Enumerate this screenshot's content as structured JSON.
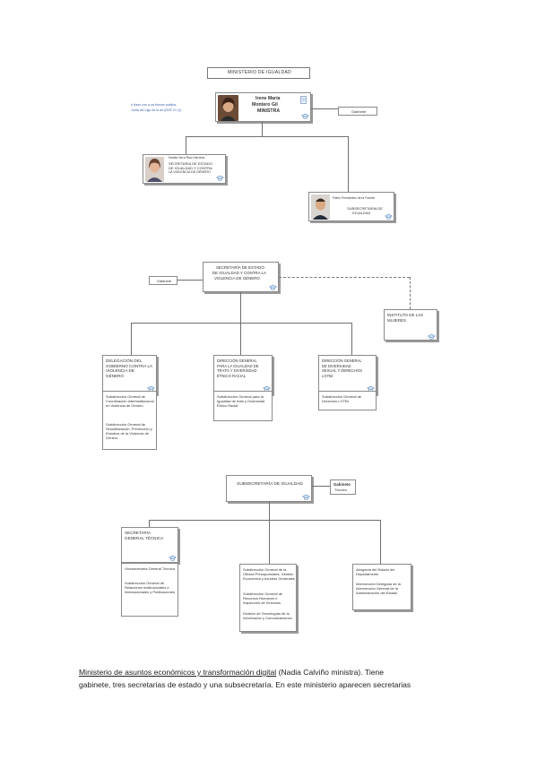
{
  "org1": {
    "title": "MINISTERIO DE IGUALDAD",
    "caption": [
      "Ir frazo con a ua funcan publica,",
      "Junta del Ligo de la de (BOE 21 (1)"
    ],
    "minister": {
      "name": "Irene María",
      "surname": "Montero Gil",
      "role": "MINISTRA"
    },
    "cabinet": "Gabinete",
    "state_sec": {
      "name": "Noelia Vera Ruiz-Herrera",
      "lines": [
        "SECRETARIA DE ESTADO",
        "DE IGUALDAD Y CONTRA",
        "LA VIOLENCIA DE GÉNERO"
      ]
    },
    "undersec": {
      "name": "Pablo Fernández de la Fuente",
      "lines": [
        "SUBSECRETARIA DE",
        "IGUALDAD"
      ]
    }
  },
  "org2": {
    "top": [
      "SECRETARÍA DE ESTADO",
      "DE IGUALDAD Y CONTRA LA",
      "VIOLENCIA DE GÉNERO"
    ],
    "cabinet": "Gabinete",
    "institute": [
      "INSTITUTO DE LAS",
      "MUJERES"
    ],
    "col1": {
      "head": [
        "DELEGACIÓN DEL",
        "GOBIERNO CONTRA LA",
        "VIOLENCIA DE",
        "GÉNERO"
      ],
      "items": [
        "Subdirección General de Coordinación Interinstitucional en Violencia de Género",
        "Subdirección General de Sensibilización, Prevención y Estudios de la Violencia de Género"
      ]
    },
    "col2": {
      "head": [
        "DIRECCIÓN GENERAL",
        "PARA LA IGUALDAD DE",
        "TRATO Y DIVERSIDAD",
        "ÉTNICO RACIAL"
      ],
      "items": [
        "Subdirección General para la Igualdad de trato y Diversidad Étnico Racial"
      ]
    },
    "col3": {
      "head": [
        "DIRECCIÓN GENERAL",
        "DE DIVERSIDAD",
        "SEXUAL Y DERECHOS",
        "LGTBI"
      ],
      "items": [
        "Subdirección General de Derechos LGTBI"
      ]
    }
  },
  "org3": {
    "top": "SUBSECRETARÍA DE IGUALDAD",
    "cabinet": [
      "Gabinete",
      "Técnico"
    ],
    "col1": {
      "head": [
        "SECRETARÍA",
        "GENERAL TÉCNICA"
      ],
      "items": [
        "Vicesecretaría General Técnica",
        "Subdirección General de Relaciones Institucionales e Internacionales y Publicaciones"
      ]
    },
    "col2": {
      "items": [
        "Subdirección General de la Oficina Presupuestaria, Gestión Económica y Asuntos Generales",
        "Subdirección General de Recursos Humanos e Inspección de Servicios",
        "División de Tecnologías de la Información y Comunicaciones"
      ]
    },
    "col3": {
      "items": [
        "Abogacía del Estado del Departamento",
        "Intervención Delegada de la Intervención General de la Administración del Estado"
      ]
    }
  },
  "paragraph": {
    "link": "Ministerio de asuntos económicos y transformación digital",
    "rest1": " (Nadia Calviño ministra). Tiene",
    "line2": "gabinete, tres secretarias de estado y una subsecretaría. En este ministerio aparecen secretarias"
  }
}
